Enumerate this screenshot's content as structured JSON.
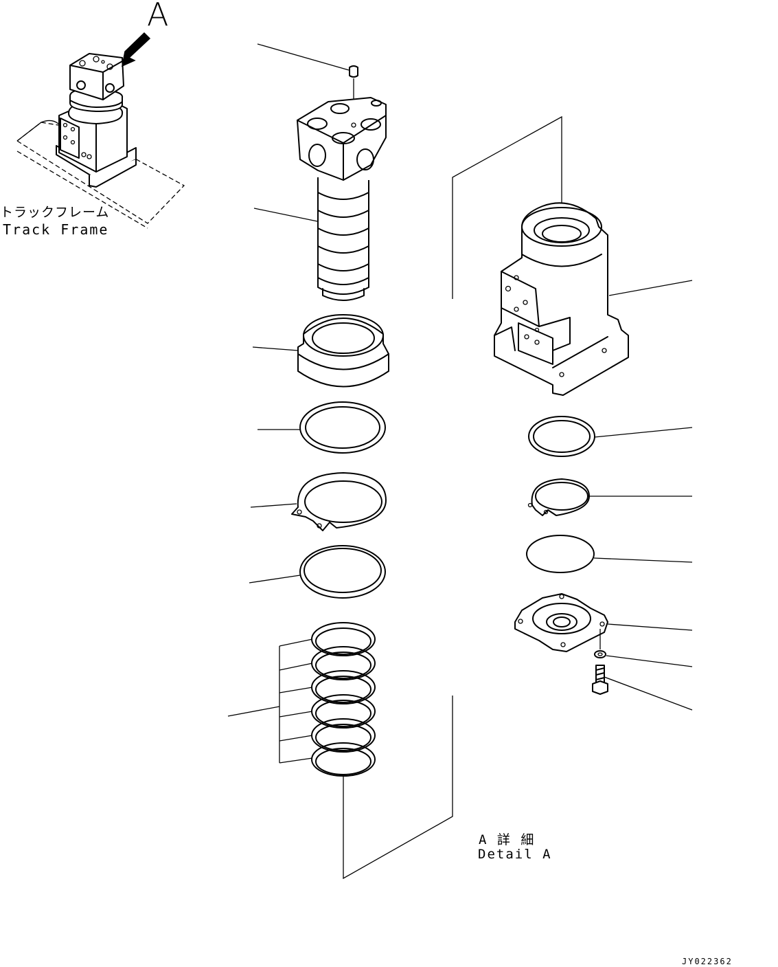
{
  "overview": {
    "view_letter": "A",
    "frame_label_jp": "トラックフレーム",
    "frame_label_en": "Track Frame"
  },
  "detail": {
    "title_jp": "A 詳 細",
    "title_en": "Detail A"
  },
  "drawing_code": "JY022362"
}
